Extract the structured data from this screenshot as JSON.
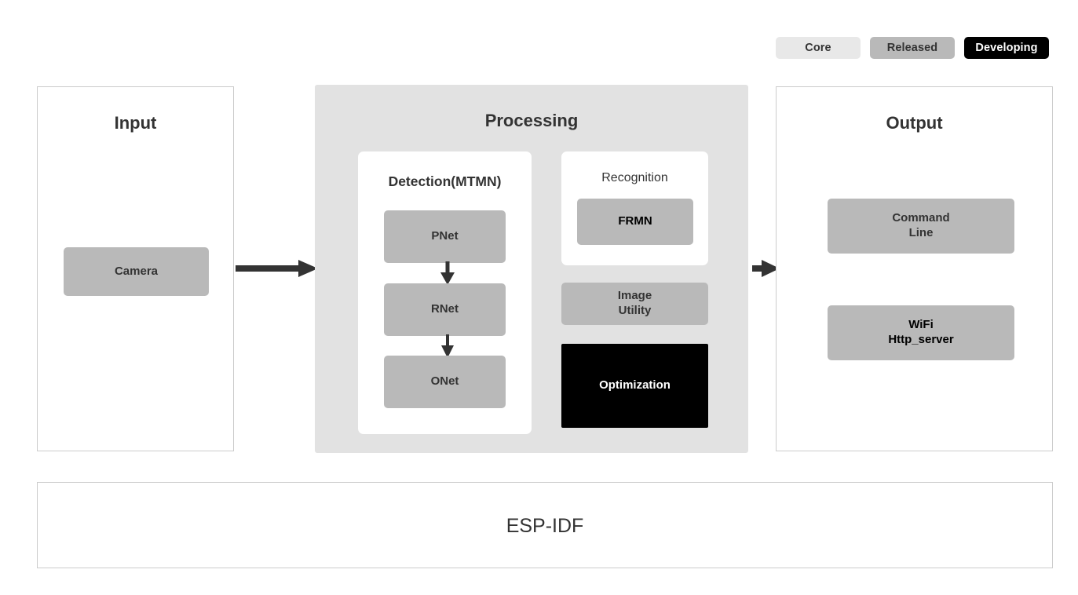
{
  "legend": {
    "items": [
      {
        "label": "Core",
        "color": "#e8e8e8",
        "text_color": "#333333"
      },
      {
        "label": "Released",
        "color": "#b9b9b9",
        "text_color": "#333333"
      },
      {
        "label": "Developing",
        "color": "#000000",
        "text_color": "#ffffff"
      }
    ]
  },
  "input": {
    "title": "Input",
    "blocks": [
      {
        "label": "Camera",
        "status": "Released"
      }
    ]
  },
  "processing": {
    "title": "Processing",
    "detection": {
      "title": "Detection(MTMN)",
      "blocks": [
        {
          "label": "PNet",
          "status": "Released"
        },
        {
          "label": "RNet",
          "status": "Released"
        },
        {
          "label": "ONet",
          "status": "Released"
        }
      ]
    },
    "recognition": {
      "title": "Recognition",
      "blocks": [
        {
          "label": "FRMN",
          "status": "Released"
        }
      ]
    },
    "extras": [
      {
        "label_line1": "Image",
        "label_line2": "Utility",
        "status": "Released"
      },
      {
        "label_line1": "Optimization",
        "label_line2": "",
        "status": "Developing"
      }
    ]
  },
  "output": {
    "title": "Output",
    "blocks": [
      {
        "label_line1": "Command",
        "label_line2": "Line",
        "status": "Released"
      },
      {
        "label_line1": "WiFi",
        "label_line2": "Http_server",
        "status": "Released"
      }
    ]
  },
  "footer": {
    "label": "ESP-IDF"
  },
  "arrows": [
    {
      "name": "input-to-processing",
      "direction": "right"
    },
    {
      "name": "processing-to-output",
      "direction": "right"
    },
    {
      "name": "pnet-to-rnet",
      "direction": "down"
    },
    {
      "name": "rnet-to-onet",
      "direction": "down"
    }
  ],
  "colors": {
    "core": "#e8e8e8",
    "released": "#b9b9b9",
    "developing": "#000000",
    "panel_border": "#cccccc",
    "processing_bg": "#e2e2e2",
    "text": "#333333",
    "arrow": "#333333"
  }
}
